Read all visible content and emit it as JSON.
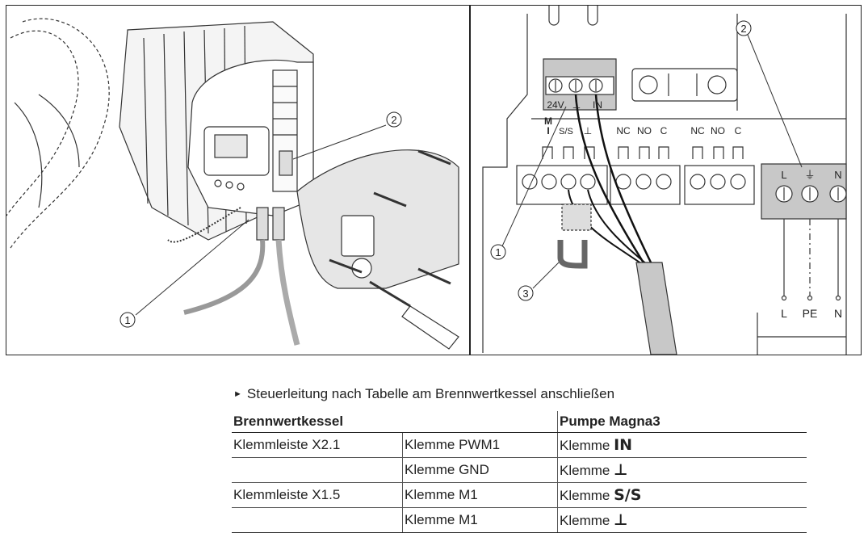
{
  "figure": {
    "left_callouts": {
      "c1": "1",
      "c2": "2"
    },
    "right_callouts": {
      "c1": "1",
      "c2": "2",
      "c3": "3"
    },
    "pump_terminal_labels": [
      "24V",
      "⊥",
      "IN"
    ],
    "relay_labels": [
      "M",
      "I",
      "S/S",
      "⊥",
      "NC",
      "NO",
      "C",
      "NC",
      "NO",
      "C"
    ],
    "mains_top_labels": [
      "L",
      "⏚",
      "N"
    ],
    "mains_bottom_labels": [
      "L",
      "PE",
      "N"
    ]
  },
  "instruction": {
    "arrow": "►",
    "text": "Steuerleitung nach Tabelle am Brennwertkessel anschließen"
  },
  "table": {
    "headers": {
      "boiler": "Brennwertkessel",
      "pump": "Pumpe Magna3"
    },
    "rows": [
      {
        "strip": "Klemmleiste X2.1",
        "terminal": "Klemme PWM1",
        "pump_prefix": "Klemme",
        "pump_symbol": "IN"
      },
      {
        "strip": "",
        "terminal": "Klemme GND",
        "pump_prefix": "Klemme",
        "pump_symbol": "⊥"
      },
      {
        "strip": "Klemmleiste X1.5",
        "terminal": "Klemme M1",
        "pump_prefix": "Klemme",
        "pump_symbol": "S/S"
      },
      {
        "strip": "",
        "terminal": "Klemme M1",
        "pump_prefix": "Klemme",
        "pump_symbol": "⊥"
      }
    ]
  }
}
